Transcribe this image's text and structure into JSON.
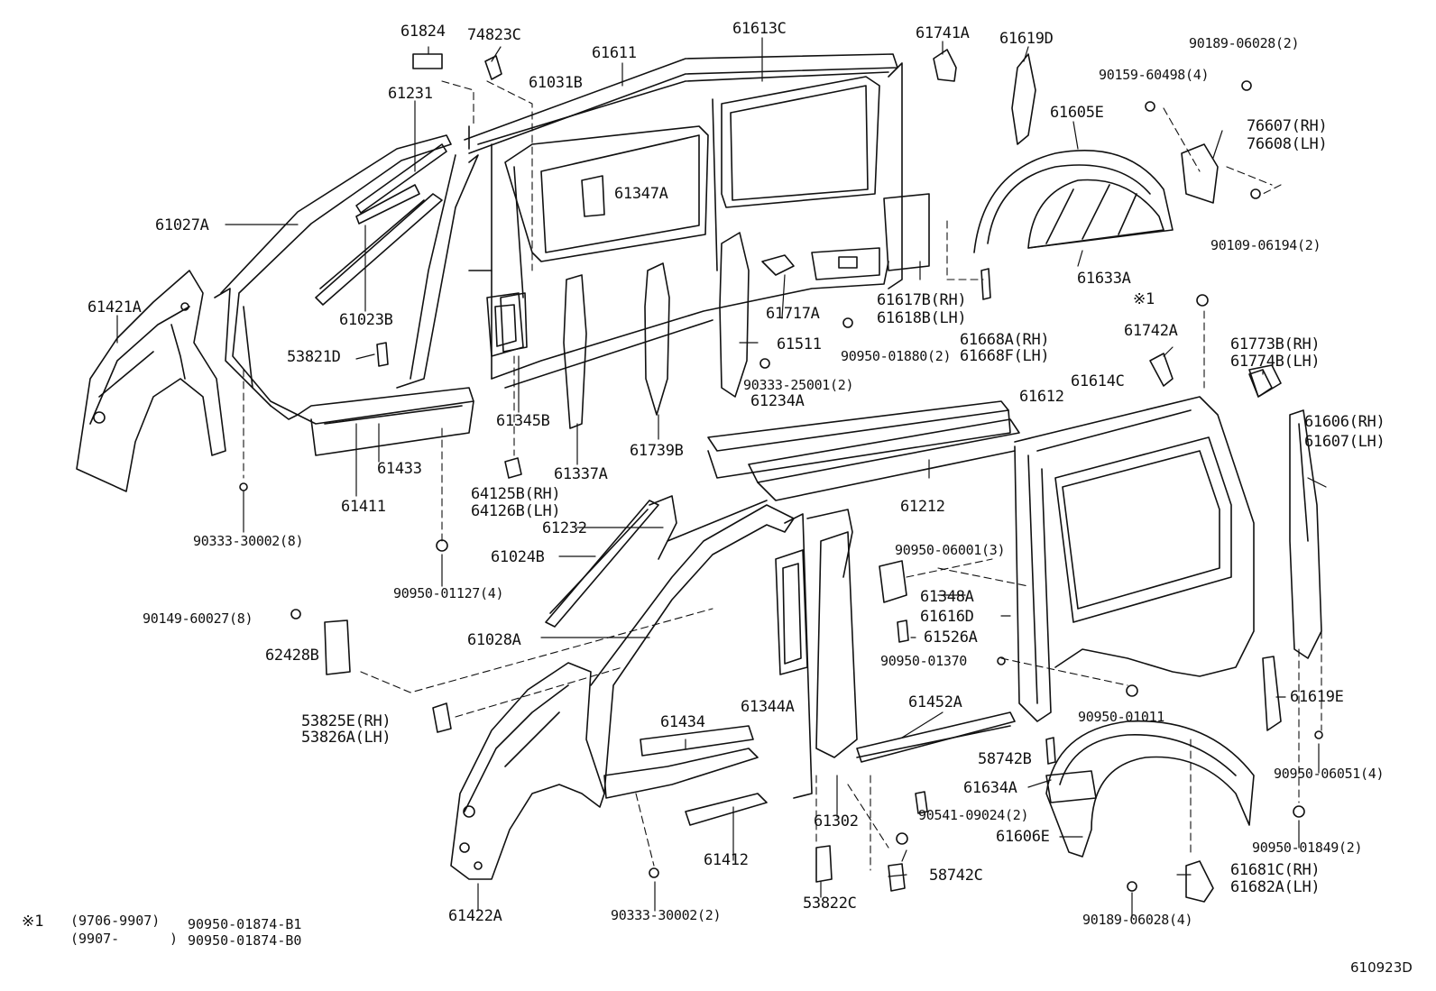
{
  "colors": {
    "ink": "#111111",
    "background": "#ffffff"
  },
  "labels": [
    "61824",
    "74823C",
    "61611",
    "61613C",
    "61741A",
    "61619D",
    "90189-06028(2)",
    "61231",
    "61031B",
    "90159-60498(4)",
    "61605E",
    "76607(RH)",
    "76608(LH)",
    "61347A",
    "61027A",
    "90109-06194(2)",
    "61633A",
    "61023B",
    "61421A",
    "61617B(RH)",
    "61618B(LH)",
    "61717A",
    "※1",
    "53821D",
    "61511",
    "90950-01880(2)",
    "61668A(RH)",
    "61668F(LH)",
    "61742A",
    "61773B(RH)",
    "61774B(LH)",
    "90333-25001(2)",
    "61614C",
    "61612",
    "61234A",
    "61345B",
    "61433",
    "61337A",
    "61739B",
    "61606(RH)",
    "61607(LH)",
    "61411",
    "61212",
    "64125B(RH)",
    "64126B(LH)",
    "61232",
    "61024B",
    "90333-30002(8)",
    "90950-06001(3)",
    "61348A",
    "90950-01127(4)",
    "90149-60027(8)",
    "61616D",
    "61526A",
    "61028A",
    "62428B",
    "90950-01370",
    "61344A",
    "53825E(RH)",
    "53826A(LH)",
    "61434",
    "61452A",
    "90950-01011",
    "61619E",
    "58742B",
    "61634A",
    "90950-06051(4)",
    "61302",
    "90541-09024(2)",
    "61606E",
    "90950-01849(2)",
    "61412",
    "58742C",
    "61681C(RH)",
    "61682A(LH)",
    "53822C",
    "61422A",
    "90333-30002(2)",
    "90189-06028(4)"
  ],
  "footnote": {
    "mark": "※1",
    "row1_range": "(9706-9907)",
    "row1_part": "90950-01874-B1",
    "row2_range": "(9907-",
    "row2_close": ")",
    "row2_part": "90950-01874-B0"
  },
  "diagram_code": "610923D"
}
